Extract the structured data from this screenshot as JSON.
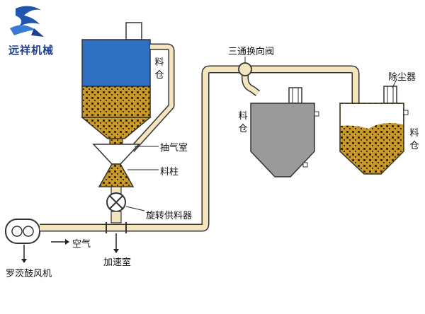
{
  "brand": {
    "name": "远祥机械",
    "logo": "wave-logo"
  },
  "labels": {
    "silo_main": "料仓",
    "exhaust_chamber": "抽气室",
    "material_column": "料柱",
    "rotary_feeder": "旋转供料器",
    "air": "空气",
    "accel_chamber": "加速室",
    "roots_blower": "罗茨鼓风机",
    "three_way_valve": "三通换向阀",
    "dust_collector": "除尘器",
    "silo_receive_1": "料仓",
    "silo_receive_2": "料仓"
  },
  "colors": {
    "silo_top": "#2f6fc2",
    "material": "#c79a2a",
    "material_grid": "#3a2a0a",
    "body_gray": "#9a9a9a",
    "pipe_fill": "#f3e6bf",
    "pipe_line": "#333333"
  }
}
